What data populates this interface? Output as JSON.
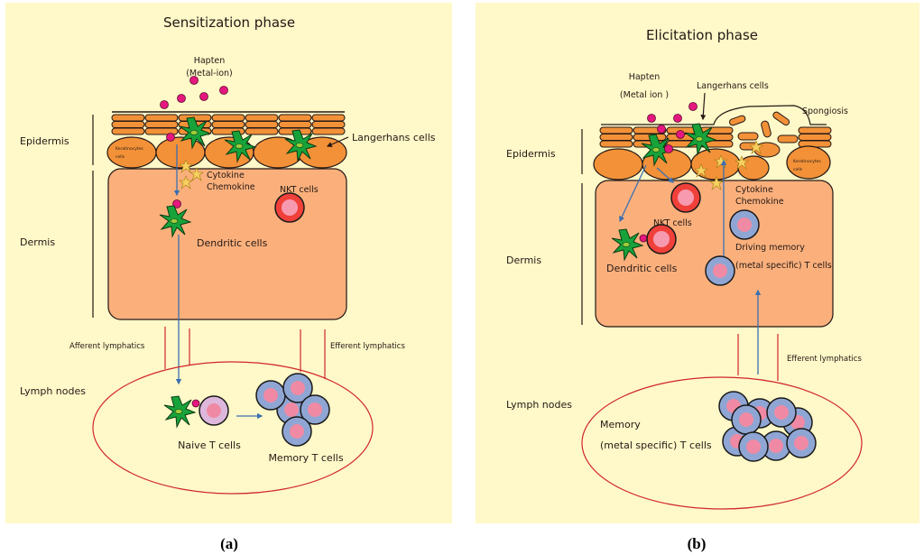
{
  "colors": {
    "panel_bg": "#fff8c8",
    "dermis": "#fbb07c",
    "keratinocyte": "#f39138",
    "langerhans": "#18a33a",
    "hapten": "#e5177e",
    "nkt_outer": "#f0403a",
    "nkt_inner": "#f79ab0",
    "tcell_outer": "#8fa6d4",
    "tcell_inner": "#f08aa4",
    "naive_outer": "#ddb8dc",
    "arrow": "#3a6fb2",
    "lymph": "#d0262a"
  },
  "panel_a": {
    "title": "Sensitization phase",
    "hapten_line1": "Hapten",
    "hapten_line2": "(Metal-ion)",
    "epidermis": "Epidermis",
    "dermis": "Dermis",
    "langerhans": "Langerhans cells",
    "keratinocytes_line1": "Keratinocytes",
    "keratinocytes_line2": "cells",
    "cytokine": "Cytokine",
    "chemokine": "Chemokine",
    "nkt": "NKT cells",
    "dendritic": "Dendritic cells",
    "afferent": "Afferent lymphatics",
    "efferent": "Efferent lymphatics",
    "lymph_nodes": "Lymph nodes",
    "naive": "Naive T cells",
    "memory": "Memory T cells",
    "caption": "(a)"
  },
  "panel_b": {
    "title": "Elicitation phase",
    "hapten_line1": "Hapten",
    "hapten_line2": "(Metal ion )",
    "langerhans": "Langerhans cells",
    "spongiosis": "Spongiosis",
    "epidermis": "Epidermis",
    "dermis": "Dermis",
    "keratinocytes_line1": "Keratinocytes",
    "keratinocytes_line2": "cells",
    "cytokine": "Cytokine",
    "chemokine": "Chemokine",
    "nkt": "NKT cells",
    "dendritic": "Dendritic cells",
    "driving_line1": "Driving memory",
    "driving_line2": "(metal specific) T cells",
    "efferent": "Efferent lymphatics",
    "lymph_nodes": "Lymph nodes",
    "memory_line1": "Memory",
    "memory_line2": "(metal specific) T cells",
    "caption": "(b)"
  }
}
